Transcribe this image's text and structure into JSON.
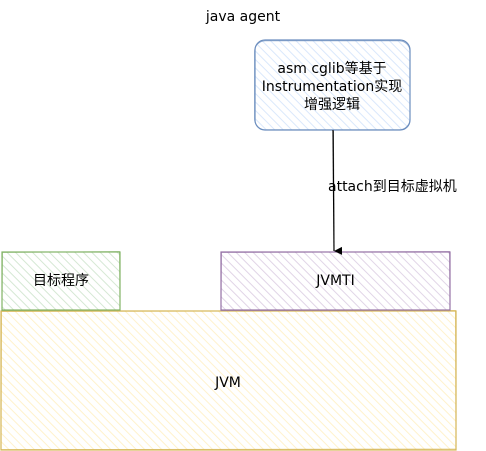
{
  "diagram": {
    "title": "java agent",
    "nodes": {
      "agent": {
        "label": "asm cglib等基于Instrumentation实现增强逻辑",
        "stroke": "#6c8ebf",
        "fill": "#dae8fc"
      },
      "target_program": {
        "label": "目标程序",
        "stroke": "#82b366",
        "fill": "#d5e8d4"
      },
      "jvmti": {
        "label": "JVMTI",
        "stroke": "#9673a6",
        "fill": "#e1d5e7"
      },
      "jvm": {
        "label": "JVM",
        "stroke": "#d6b656",
        "fill": "#fff2cc"
      }
    },
    "edges": [
      {
        "from": "agent",
        "to": "jvmti",
        "label": "attach到目标虚拟机"
      }
    ]
  }
}
